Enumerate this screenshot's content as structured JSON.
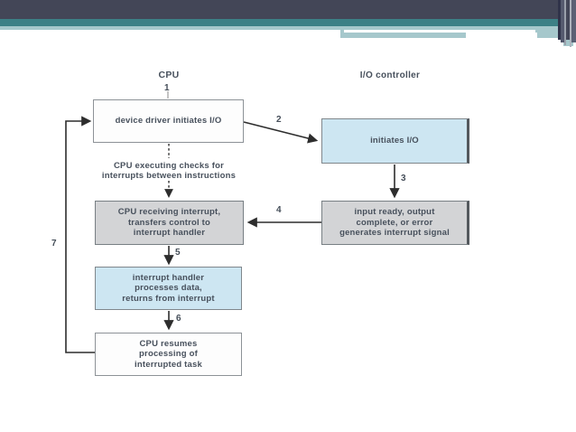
{
  "columns": [
    {
      "label": "CPU"
    },
    {
      "label": "I/O controller"
    }
  ],
  "nodes": {
    "device_driver": "device driver initiates I/O",
    "cpu_checks": "CPU executing checks for\ninterrupts between instructions",
    "cpu_receiving": "CPU receiving interrupt,\ntransfers control to\ninterrupt handler",
    "interrupt_handler": "interrupt handler\nprocesses data,\nreturns from interrupt",
    "cpu_resumes": "CPU resumes\nprocessing of\ninterrupted task",
    "initiates_io": "initiates I/O",
    "io_signal": "input ready, output\ncomplete, or error\ngenerates interrupt signal"
  },
  "steps": {
    "s1": "1",
    "s2": "2",
    "s3": "3",
    "s4": "4",
    "s5": "5",
    "s6": "6",
    "s7": "7"
  },
  "colors": {
    "header_dark": "#434657",
    "header_teal": "#3c8086",
    "header_teal_light": "#a6c8cc",
    "box_blue": "#cde6f2",
    "box_gray": "#d3d4d6",
    "box_white": "#fdfdfd",
    "wire": "#2d2d2d",
    "text": "#47505c"
  }
}
